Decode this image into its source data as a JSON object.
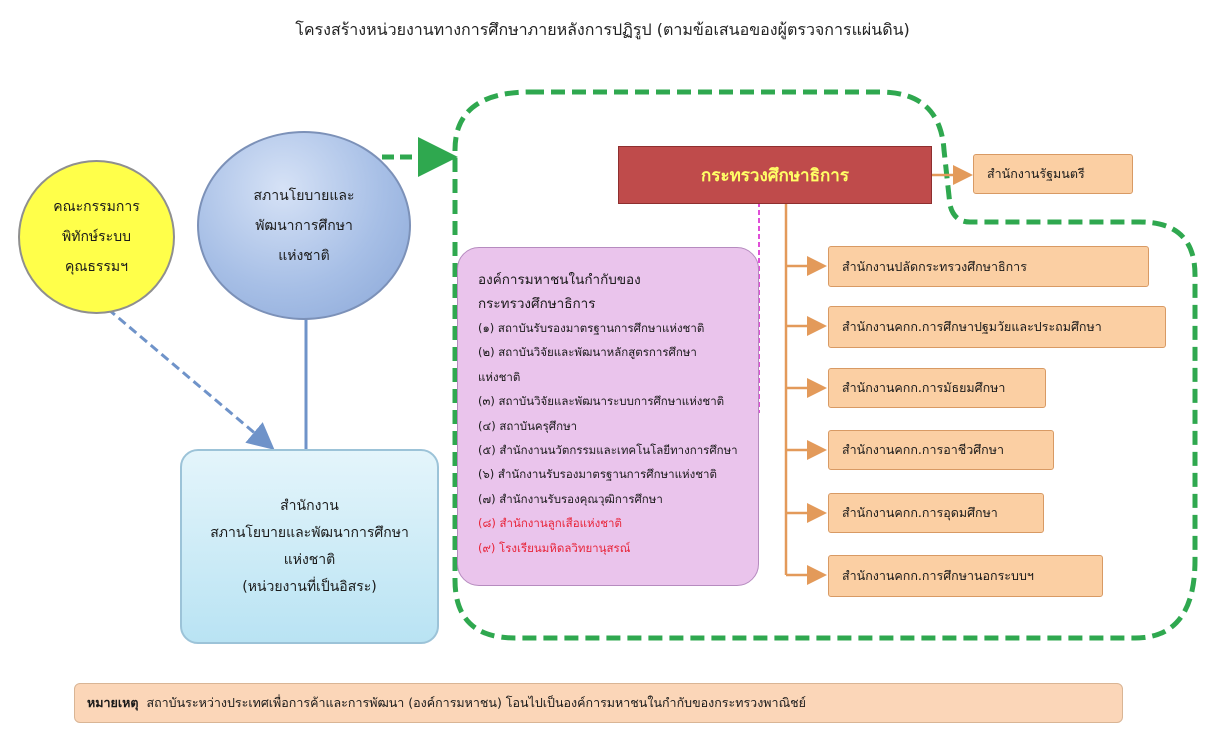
{
  "title": "โครงสร้างหน่วยงานทางการศึกษาภายหลังการปฏิรูป (ตามข้อเสนอของผู้ตรวจการแผ่นดิน)",
  "ethics_circle": {
    "lines": [
      "คณะกรรมการ",
      "พิทักษ์ระบบ",
      "คุณธรรมฯ"
    ]
  },
  "policy_circle": {
    "lines": [
      "สภานโยบายและ",
      "พัฒนาการศึกษา",
      "แห่งชาติ"
    ]
  },
  "policy_office": {
    "lines": [
      "สำนักงาน",
      "สภานโยบายและพัฒนาการศึกษา",
      "แห่งชาติ",
      "(หน่วยงานที่เป็นอิสระ)"
    ]
  },
  "public_org": {
    "heading": [
      "องค์การมหาชนในกำกับของ",
      "กระทรวงศึกษาธิการ"
    ],
    "items": [
      "(๑) สถาบันรับรองมาตรฐานการศึกษาแห่งชาติ",
      "(๒) สถาบันวิจัยและพัฒนาหลักสูตรการศึกษา",
      "แห่งชาติ",
      "(๓) สถาบันวิจัยและพัฒนาระบบการศึกษาแห่งชาติ",
      "(๔) สถาบันครุศึกษา",
      "(๕) สำนักงานนวัตกรรมและเทคโนโลยีทางการศึกษา",
      "(๖) สำนักงานรับรองมาตรฐานการศึกษาแห่งชาติ",
      "(๗) สำนักงานรับรองคุณวุฒิการศึกษา"
    ],
    "red_items": [
      "(๘) สำนักงานลูกเสือแห่งชาติ",
      "(๙) โรงเรียนมหิดลวิทยานุสรณ์"
    ]
  },
  "ministry": "กระทรวงศึกษาธิการ",
  "minister_office": "สำนักงานรัฐมนตรี",
  "offices": [
    "สำนักงานปลัดกระทรวงศึกษาธิการ",
    "สำนักงานคกก.การศึกษาปฐมวัยและประถมศึกษา",
    "สำนักงานคกก.การมัธยมศึกษา",
    "สำนักงานคกก.การอาชีวศึกษา",
    "สำนักงานคกก.การอุดมศึกษา",
    "สำนักงานคกก.การศึกษานอกระบบฯ"
  ],
  "note": {
    "label": "หมายเหตุ",
    "text": "สถาบันระหว่างประเทศเพื่อการค้าและการพัฒนา (องค์การมหาชน) โอนไปเป็นองค์การมหาชนในกำกับของกระทรวงพาณิชย์"
  },
  "colors": {
    "green_dash": "#2fa84f",
    "ministry_fill": "#bf4b4b",
    "ministry_text": "#ffff66",
    "orange_box": "#fbcfa3",
    "orange_line": "#e39a5a",
    "pink_box": "#eac4ec",
    "magenta_arrow": "#e04fd8",
    "blue_dash": "#6f93c9",
    "red_text": "#e8253a"
  }
}
